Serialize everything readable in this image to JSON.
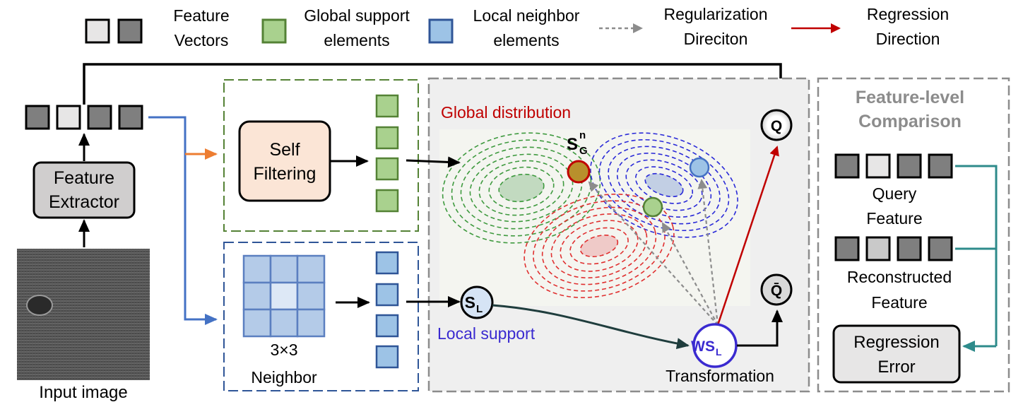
{
  "legend": {
    "feature_vectors": [
      "Feature",
      "Vectors"
    ],
    "global_support": [
      "Global support",
      "elements"
    ],
    "local_neighbor": [
      "Local neighbor",
      "elements"
    ],
    "regularization": [
      "Regularization",
      "Direciton"
    ],
    "regression": [
      "Regression",
      "Direction"
    ]
  },
  "left": {
    "feature_extractor": [
      "Feature",
      "Extractor"
    ],
    "input_image": "Input image"
  },
  "filter": {
    "self_filtering": [
      "Self",
      "Filtering"
    ]
  },
  "neighbor": {
    "caption": [
      "3×3",
      "Neighbor"
    ]
  },
  "center": {
    "global_distribution": "Global distribution",
    "sg_main": "S",
    "sg_sup": "n",
    "sg_sub": "G",
    "local_support": "Local support",
    "sl_main": "S",
    "sl_sub": "L",
    "ws_main": "WS",
    "ws_sub": "L",
    "transformation": "Transformation",
    "q": "Q",
    "q_bar": "Q̄"
  },
  "comparison": {
    "title": [
      "Feature-level",
      "Comparison"
    ],
    "query": [
      "Query",
      "Feature"
    ],
    "reconstructed": [
      "Reconstructed",
      "Feature"
    ],
    "error": [
      "Regression",
      "Error"
    ]
  },
  "colors": {
    "green_fill": "#a9d18e",
    "green_stroke": "#548235",
    "blue_fill": "#9dc3e6",
    "blue_stroke": "#2f5597",
    "red": "#c00000",
    "orange": "#ed7d31",
    "teal": "#2e8b8b",
    "dark_gray": "#7f7f7f",
    "light_gray": "#e7e6e6"
  }
}
